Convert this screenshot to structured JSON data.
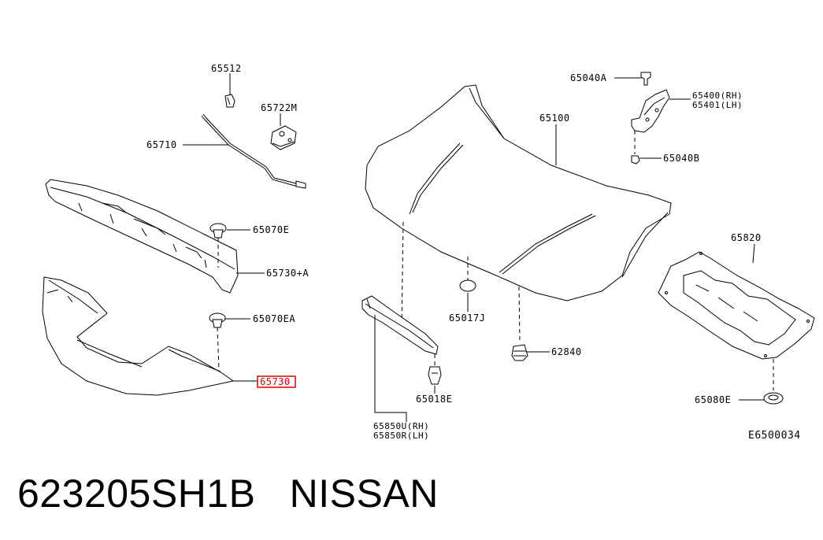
{
  "callouts": {
    "c65512": "65512",
    "c65722M": "65722M",
    "c65710": "65710",
    "c65070E": "65070E",
    "c65730A": "65730+A",
    "c65070EA": "65070EA",
    "c65730": "65730",
    "c65040A": "65040A",
    "c65400RH": "65400(RH)",
    "c65401LH": "65401(LH)",
    "c65100": "65100",
    "c65040B": "65040B",
    "c65820": "65820",
    "c65017J": "65017J",
    "c62840": "62840",
    "c65018E": "65018E",
    "c65850URH": "65850U(RH)",
    "c65850RLH": "65850R(LH)",
    "c65080E": "65080E"
  },
  "highlight_color": "#e00000",
  "diagram_code": "E6500034",
  "part_number": "623205SH1B",
  "brand": "NISSAN"
}
